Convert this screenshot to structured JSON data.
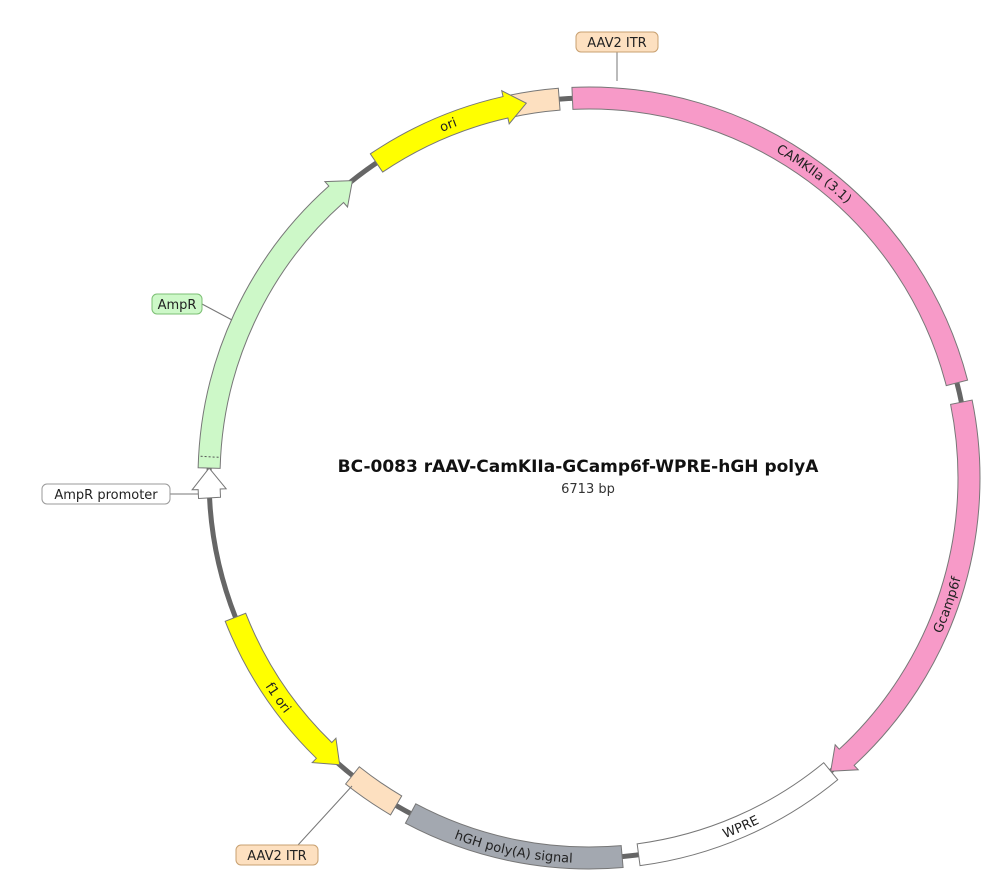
{
  "map": {
    "title": "BC-0083   rAAV-CamKIIa-GCamp6f-WPRE-hGH polyA",
    "length": "6713 bp",
    "total_bp": 6713
  },
  "colors": {
    "backbone": "#666666",
    "stroke": "#777777",
    "ori": "#ffff00",
    "itr": "#fde0c0",
    "promoter_pink": "#f79ac8",
    "ampr": "#cdf8c8",
    "hgh": "#a3a8b0",
    "white": "#ffffff"
  },
  "features": [
    {
      "id": "itr-top",
      "label": "",
      "start_deg": -12.5,
      "end_deg": -4.5,
      "fill": "#fde0c0",
      "type": "box"
    },
    {
      "id": "camkiia",
      "label": "CAMKIIa (3.1)",
      "start_deg": -2.5,
      "end_deg": 75.5,
      "fill": "#f79ac8",
      "type": "box"
    },
    {
      "id": "gcamp6f",
      "label": "Gcamp6f",
      "start_deg": 78.5,
      "end_deg": 140.5,
      "fill": "#f79ac8",
      "type": "arrow-cw"
    },
    {
      "id": "wpre",
      "label": "WPRE",
      "start_deg": 140.5,
      "end_deg": 172.5,
      "fill": "#ffffff",
      "type": "box"
    },
    {
      "id": "hgh",
      "label": "hGH poly(A) signal",
      "start_deg": 175,
      "end_deg": 208,
      "fill": "#a3a8b0",
      "type": "box"
    },
    {
      "id": "itr-bottom",
      "label": "",
      "start_deg": 210.5,
      "end_deg": 218.5,
      "fill": "#fde0c0",
      "type": "box"
    },
    {
      "id": "f1ori",
      "label": "f1 ori",
      "start_deg": 221,
      "end_deg": 248.5,
      "fill": "#ffff00",
      "type": "arrow-ccw"
    },
    {
      "id": "ampr-promoter",
      "label": "",
      "start_deg": 267,
      "end_deg": 271.5,
      "fill": "#ffffff",
      "type": "arrow-cw"
    },
    {
      "id": "ampr",
      "label": "",
      "start_deg": 271.5,
      "end_deg": 321.5,
      "fill": "#cdf8c8",
      "type": "arrow-cw"
    },
    {
      "id": "ori",
      "label": "ori",
      "start_deg": 326,
      "end_deg": 350.5,
      "fill": "#ffff00",
      "type": "arrow-cw"
    }
  ],
  "callouts": [
    {
      "id": "callout-itr-top",
      "text": "AAV2 ITR",
      "fill": "#fde0c0"
    },
    {
      "id": "callout-ampr",
      "text": "AmpR",
      "fill": "#cdf8c8"
    },
    {
      "id": "callout-ampr-promoter",
      "text": "AmpR promoter",
      "fill": "#ffffff"
    },
    {
      "id": "callout-itr-bottom",
      "text": "AAV2 ITR",
      "fill": "#fde0c0"
    }
  ]
}
